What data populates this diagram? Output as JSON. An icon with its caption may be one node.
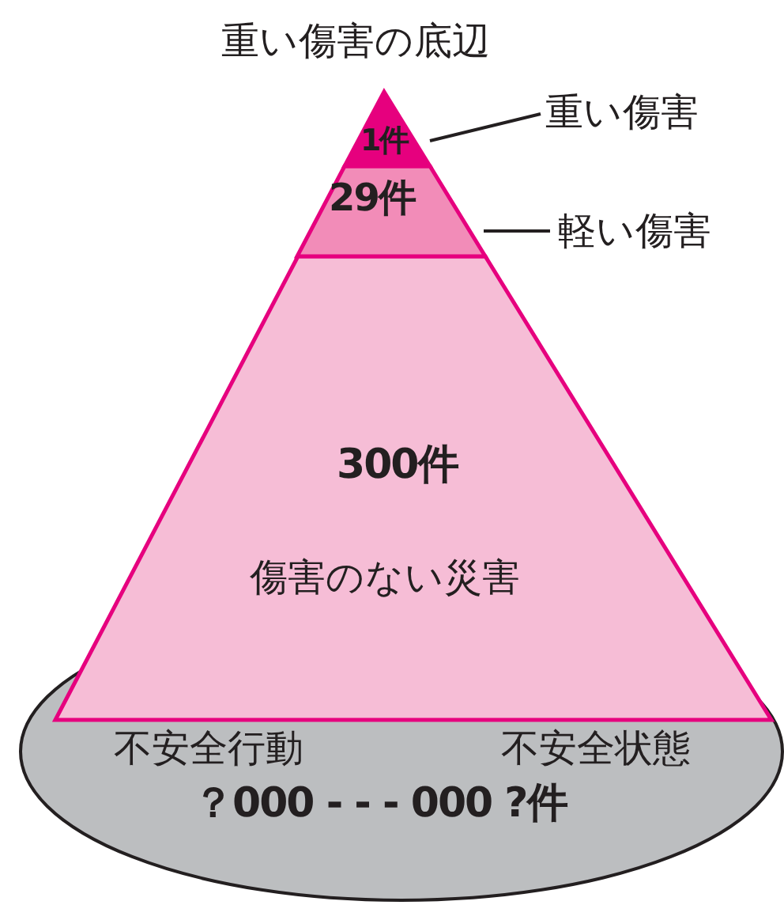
{
  "diagram": {
    "title": "重い傷害の底辺",
    "nodes": [
      {
        "text": [
          "不安全行動",
          "不安全状態",
          "？000 - - - 000 ?件"
        ]
      },
      {
        "text": [
          "300件",
          "傷害のない災害"
        ]
      },
      {
        "text": [
          "29件"
        ]
      },
      {
        "text": [
          "1件"
        ]
      },
      {
        "text": [
          "重い傷害"
        ]
      },
      {
        "text": [
          "軽い傷害"
        ]
      }
    ],
    "edges": [
      {
        "from": 4,
        "to": 3,
        "arrow": "none"
      },
      {
        "from": 5,
        "to": 2,
        "arrow": "none"
      }
    ]
  }
}
